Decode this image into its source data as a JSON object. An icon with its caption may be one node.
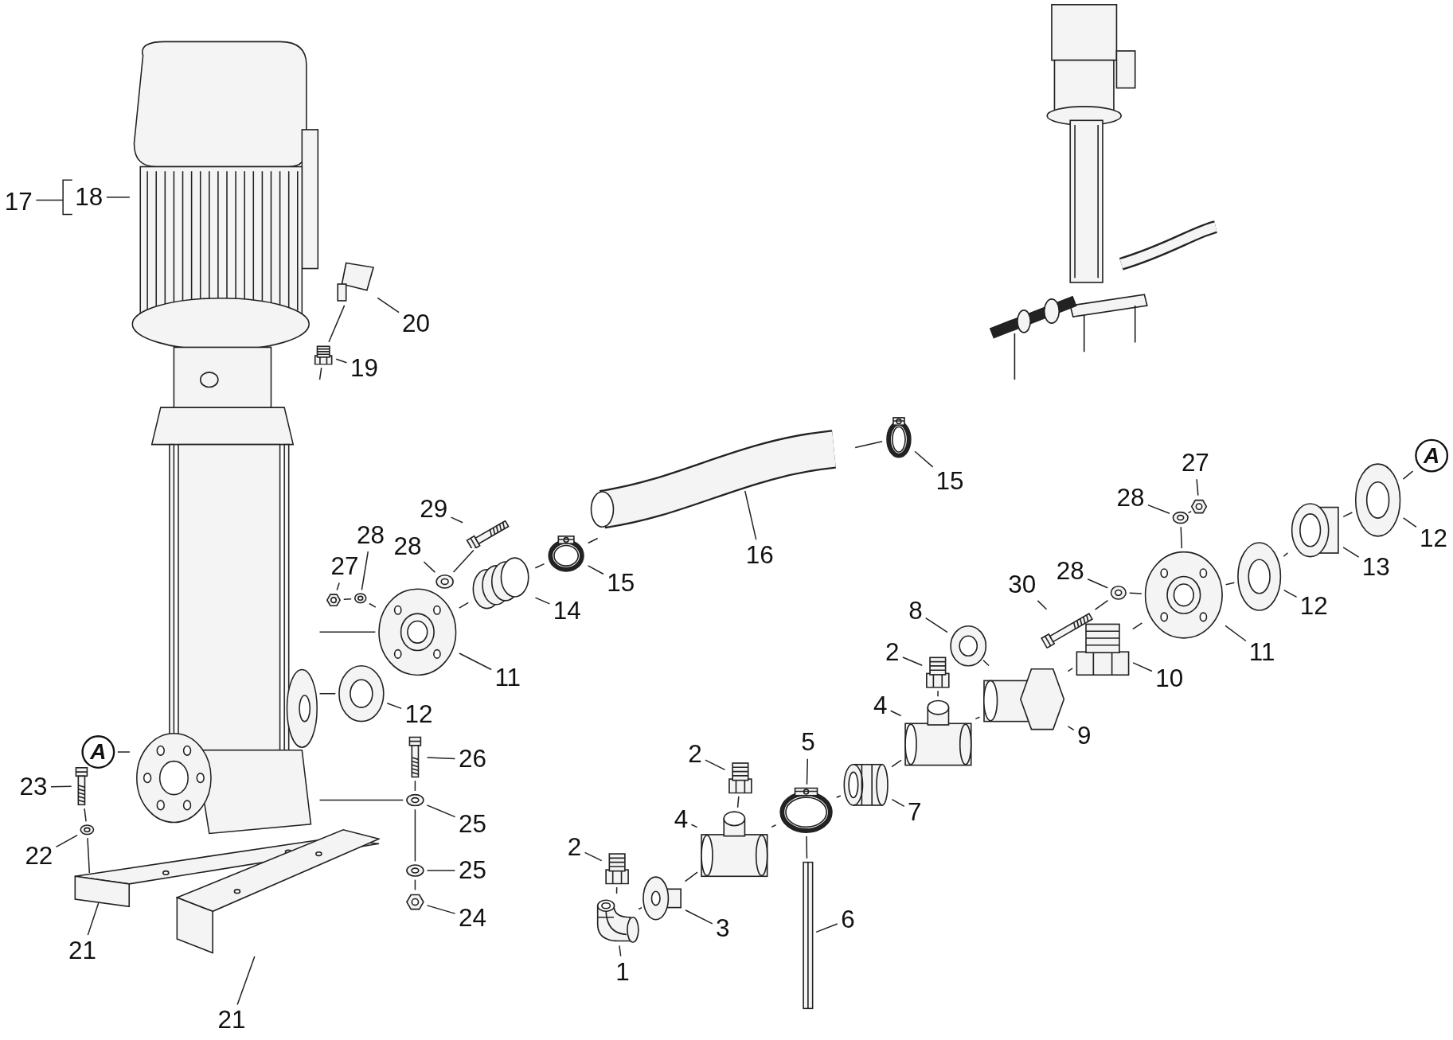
{
  "diagram": {
    "nodes": [
      {
        "text": [
          "17"
        ]
      },
      {
        "text": [
          "18"
        ]
      },
      {
        "text": [
          "20"
        ]
      },
      {
        "text": [
          "19"
        ]
      },
      {
        "text": [
          "16"
        ]
      },
      {
        "text": [
          "15"
        ]
      },
      {
        "text": [
          "27"
        ]
      },
      {
        "text": [
          "28"
        ]
      },
      {
        "text": [
          "A"
        ]
      },
      {
        "text": [
          "12"
        ]
      },
      {
        "text": [
          "29"
        ]
      },
      {
        "text": [
          "28"
        ]
      },
      {
        "text": [
          "15"
        ]
      },
      {
        "text": [
          "28"
        ]
      },
      {
        "text": [
          "27"
        ]
      },
      {
        "text": [
          "14"
        ]
      },
      {
        "text": [
          "13"
        ]
      },
      {
        "text": [
          "30"
        ]
      },
      {
        "text": [
          "28"
        ]
      },
      {
        "text": [
          "8"
        ]
      },
      {
        "text": [
          "11"
        ]
      },
      {
        "text": [
          "12"
        ]
      },
      {
        "text": [
          "2"
        ]
      },
      {
        "text": [
          "11"
        ]
      },
      {
        "text": [
          "10"
        ]
      },
      {
        "text": [
          "4"
        ]
      },
      {
        "text": [
          "12"
        ]
      },
      {
        "text": [
          "9"
        ]
      },
      {
        "text": [
          "5"
        ]
      },
      {
        "text": [
          "2"
        ]
      },
      {
        "text": [
          "26"
        ]
      },
      {
        "text": [
          "7"
        ]
      },
      {
        "text": [
          "4"
        ]
      },
      {
        "text": [
          "23"
        ]
      },
      {
        "text": [
          "A"
        ]
      },
      {
        "text": [
          "25"
        ]
      },
      {
        "text": [
          "2"
        ]
      },
      {
        "text": [
          "22"
        ]
      },
      {
        "text": [
          "25"
        ]
      },
      {
        "text": [
          "24"
        ]
      },
      {
        "text": [
          "3"
        ]
      },
      {
        "text": [
          "6"
        ]
      },
      {
        "text": [
          "21"
        ]
      },
      {
        "text": [
          "1"
        ]
      },
      {
        "text": [
          "21"
        ]
      },
      {
        "text": [],
        "shape": "picture"
      },
      {
        "text": [],
        "shape": "picture"
      },
      {
        "text": [],
        "shape": "picture"
      },
      {
        "text": [],
        "shape": "picture"
      },
      {
        "text": [],
        "shape": "picture"
      },
      {
        "text": [],
        "shape": "picture"
      },
      {
        "text": [],
        "shape": "picture"
      },
      {
        "text": [],
        "shape": "picture"
      },
      {
        "text": [],
        "shape": "picture"
      },
      {
        "text": [],
        "shape": "picture"
      },
      {
        "text": [],
        "shape": "picture"
      },
      {
        "text": [],
        "shape": "picture"
      },
      {
        "text": [],
        "shape": "picture"
      },
      {
        "text": [],
        "shape": "picture"
      },
      {
        "text": [],
        "shape": "picture"
      },
      {
        "text": [],
        "shape": "picture"
      },
      {
        "text": [],
        "shape": "picture"
      },
      {
        "text": [],
        "shape": "picture"
      },
      {
        "text": [],
        "shape": "picture"
      },
      {
        "text": [],
        "shape": "picture"
      },
      {
        "text": [],
        "shape": "picture"
      },
      {
        "text": [],
        "shape": "picture"
      },
      {
        "text": [],
        "shape": "picture"
      },
      {
        "text": [],
        "shape": "picture"
      },
      {
        "text": [],
        "shape": "picture"
      },
      {
        "text": [],
        "shape": "picture"
      },
      {
        "text": [],
        "shape": "picture"
      },
      {
        "text": [],
        "shape": "picture"
      },
      {
        "text": [],
        "shape": "picture"
      },
      {
        "text": [],
        "shape": "picture"
      },
      {
        "text": [],
        "shape": "picture"
      },
      {
        "text": [],
        "shape": "picture"
      },
      {
        "text": [],
        "shape": "picture"
      },
      {
        "text": [],
        "shape": "picture"
      },
      {
        "text": [],
        "shape": "picture"
      },
      {
        "text": [],
        "shape": "picture"
      },
      {
        "text": [],
        "shape": "picture"
      },
      {
        "text": [],
        "shape": "picture"
      },
      {
        "text": [],
        "shape": "picture"
      },
      {
        "text": [],
        "shape": "picture"
      },
      {
        "text": [],
        "shape": "picture"
      },
      {
        "text": [],
        "shape": "picture"
      }
    ],
    "edges": [
      {
        "from": 0,
        "to": 1,
        "arrow": "none"
      },
      {
        "from": 1,
        "to": 45,
        "arrow": "none"
      },
      {
        "from": 2,
        "to": 46,
        "arrow": "none"
      },
      {
        "from": 3,
        "to": 47,
        "arrow": "none"
      },
      {
        "from": 4,
        "to": 48,
        "arrow": "none"
      },
      {
        "from": 5,
        "to": 49,
        "arrow": "none"
      },
      {
        "from": 6,
        "to": 50,
        "arrow": "none"
      },
      {
        "from": 7,
        "to": 51,
        "arrow": "none"
      },
      {
        "from": 8,
        "to": 52,
        "arrow": "none"
      },
      {
        "from": 9,
        "to": 52,
        "arrow": "none"
      },
      {
        "from": 10,
        "to": 53,
        "arrow": "none"
      },
      {
        "from": 11,
        "to": 54,
        "arrow": "none"
      },
      {
        "from": 12,
        "to": 55,
        "arrow": "none"
      },
      {
        "from": 13,
        "to": 56,
        "arrow": "none"
      },
      {
        "from": 14,
        "to": 57,
        "arrow": "none"
      },
      {
        "from": 15,
        "to": 58,
        "arrow": "none"
      },
      {
        "from": 16,
        "to": 59,
        "arrow": "none"
      },
      {
        "from": 17,
        "to": 60,
        "arrow": "none"
      },
      {
        "from": 18,
        "to": 61,
        "arrow": "none"
      },
      {
        "from": 19,
        "to": 62,
        "arrow": "none"
      },
      {
        "from": 20,
        "to": 63,
        "arrow": "none"
      },
      {
        "from": 21,
        "to": 64,
        "arrow": "none"
      },
      {
        "from": 22,
        "to": 65,
        "arrow": "none"
      },
      {
        "from": 23,
        "to": 66,
        "arrow": "none"
      },
      {
        "from": 24,
        "to": 67,
        "arrow": "none"
      },
      {
        "from": 25,
        "to": 68,
        "arrow": "none"
      },
      {
        "from": 26,
        "to": 69,
        "arrow": "none"
      },
      {
        "from": 27,
        "to": 70,
        "arrow": "none"
      },
      {
        "from": 28,
        "to": 71,
        "arrow": "none"
      },
      {
        "from": 29,
        "to": 72,
        "arrow": "none"
      },
      {
        "from": 30,
        "to": 73,
        "arrow": "none"
      },
      {
        "from": 31,
        "to": 74,
        "arrow": "none"
      },
      {
        "from": 32,
        "to": 75,
        "arrow": "none"
      },
      {
        "from": 33,
        "to": 79,
        "arrow": "none"
      },
      {
        "from": 34,
        "to": 45,
        "arrow": "none"
      },
      {
        "from": 35,
        "to": 76,
        "arrow": "none"
      },
      {
        "from": 36,
        "to": 77,
        "arrow": "none"
      },
      {
        "from": 37,
        "to": 78,
        "arrow": "none"
      },
      {
        "from": 38,
        "to": 80,
        "arrow": "none"
      },
      {
        "from": 39,
        "to": 81,
        "arrow": "none"
      },
      {
        "from": 40,
        "to": 82,
        "arrow": "none"
      },
      {
        "from": 41,
        "to": 83,
        "arrow": "none"
      },
      {
        "from": 42,
        "to": 84,
        "arrow": "none"
      },
      {
        "from": 43,
        "to": 85,
        "arrow": "none"
      },
      {
        "from": 44,
        "to": 86,
        "arrow": "none"
      },
      {
        "from": 46,
        "to": 47,
        "arrow": "none"
      },
      {
        "from": 47,
        "to": 45,
        "arrow": "none"
      },
      {
        "from": 66,
        "to": 45,
        "arrow": "none"
      },
      {
        "from": 69,
        "to": 45,
        "arrow": "none"
      },
      {
        "from": 57,
        "to": 56,
        "arrow": "none"
      },
      {
        "from": 56,
        "to": 66,
        "arrow": "none"
      },
      {
        "from": 54,
        "to": 53,
        "arrow": "none"
      },
      {
        "from": 66,
        "to": 58,
        "arrow": "none"
      },
      {
        "from": 58,
        "to": 55,
        "arrow": "none"
      },
      {
        "from": 55,
        "to": 48,
        "arrow": "none"
      },
      {
        "from": 48,
        "to": 49,
        "arrow": "none"
      },
      {
        "from": 85,
        "to": 82,
        "arrow": "none"
      },
      {
        "from": 77,
        "to": 85,
        "arrow": "none"
      },
      {
        "from": 82,
        "to": 75,
        "arrow": "none"
      },
      {
        "from": 72,
        "to": 75,
        "arrow": "none"
      },
      {
        "from": 75,
        "to": 71,
        "arrow": "none"
      },
      {
        "from": 83,
        "to": 71,
        "arrow": "none"
      },
      {
        "from": 71,
        "to": 74,
        "arrow": "none"
      },
      {
        "from": 74,
        "to": 68,
        "arrow": "none"
      },
      {
        "from": 65,
        "to": 68,
        "arrow": "none"
      },
      {
        "from": 68,
        "to": 70,
        "arrow": "none"
      },
      {
        "from": 70,
        "to": 62,
        "arrow": "none"
      },
      {
        "from": 70,
        "to": 67,
        "arrow": "none"
      },
      {
        "from": 60,
        "to": 61,
        "arrow": "none"
      },
      {
        "from": 61,
        "to": 63,
        "arrow": "none"
      },
      {
        "from": 67,
        "to": 63,
        "arrow": "none"
      },
      {
        "from": 50,
        "to": 51,
        "arrow": "none"
      },
      {
        "from": 51,
        "to": 63,
        "arrow": "none"
      },
      {
        "from": 63,
        "to": 64,
        "arrow": "none"
      },
      {
        "from": 64,
        "to": 59,
        "arrow": "none"
      },
      {
        "from": 59,
        "to": 52,
        "arrow": "none"
      },
      {
        "from": 73,
        "to": 76,
        "arrow": "none"
      },
      {
        "from": 76,
        "to": 80,
        "arrow": "none"
      },
      {
        "from": 80,
        "to": 81,
        "arrow": "none"
      },
      {
        "from": 45,
        "to": 76,
        "arrow": "none"
      },
      {
        "from": 79,
        "to": 78,
        "arrow": "none"
      },
      {
        "from": 78,
        "to": 84,
        "arrow": "none"
      }
    ]
  }
}
